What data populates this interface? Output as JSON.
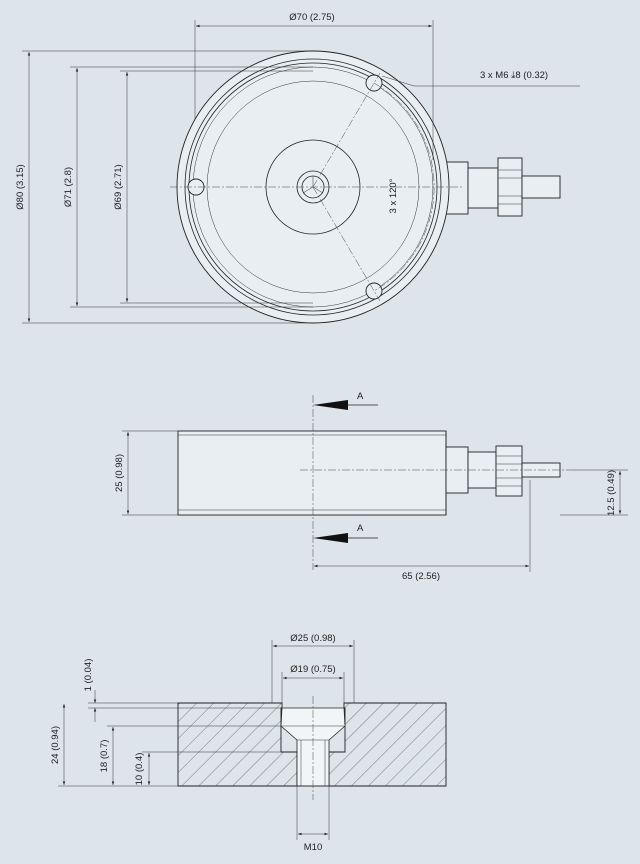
{
  "top_view": {
    "dim_d70": "Ø70 (2.75)",
    "dim_d80": "Ø80 (3.15)",
    "dim_d71": "Ø71 (2.8)",
    "dim_d69": "Ø69 (2.71)",
    "thread_note": "3 x M6 ",
    "thread_depth": "8 (0.32)",
    "angle_note": "3 x 120°"
  },
  "side_view": {
    "dim_height": "25 (0.98)",
    "dim_length": "65 (2.56)",
    "dim_cable": "12.5 (0.49)",
    "section_label_top": "A",
    "section_label_bottom": "A"
  },
  "section_view": {
    "dim_d25": "Ø25 (0.98)",
    "dim_d19": "Ø19 (0.75)",
    "dim_1": "1 (0.04)",
    "dim_24": "24 (0.94)",
    "dim_18": "18 (0.7)",
    "dim_10": "10 (0.4)",
    "dim_m10": "M10"
  }
}
